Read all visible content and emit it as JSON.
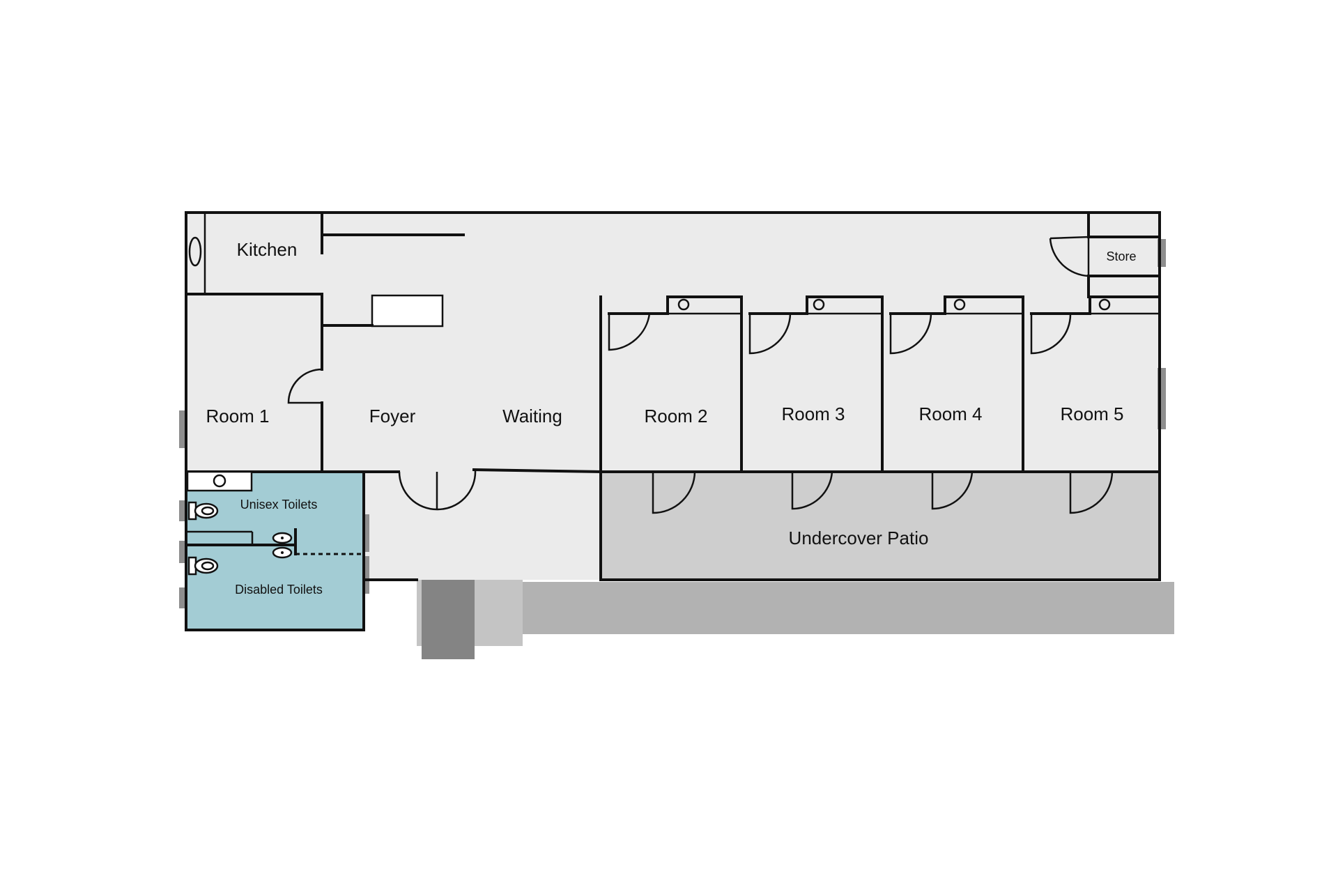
{
  "floorplan": {
    "rooms": {
      "kitchen": "Kitchen",
      "store": "Store",
      "room1": "Room 1",
      "foyer": "Foyer",
      "waiting": "Waiting",
      "room2": "Room 2",
      "room3": "Room 3",
      "room4": "Room 4",
      "room5": "Room 5",
      "unisex_toilets": "Unisex Toilets",
      "disabled_toilets": "Disabled Toilets",
      "undercover_patio": "Undercover Patio"
    },
    "colors": {
      "interior": "#ebebeb",
      "patio": "#cecece",
      "toilets": "#a3ccd4",
      "path": "#b2b2b2",
      "step": "#848484",
      "window": "#8e8e8e",
      "wall": "#111111"
    }
  }
}
